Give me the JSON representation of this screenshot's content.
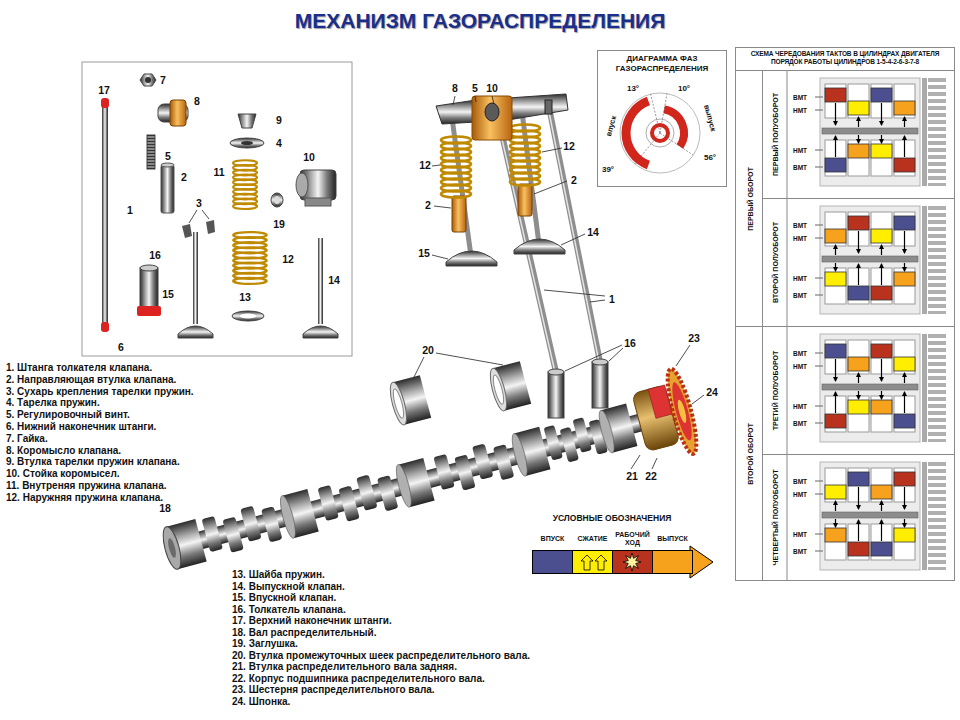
{
  "diagram": {
    "title": "МЕХАНИЗМ ГАЗОРАСПРЕДЕЛЕНИЯ",
    "nodes": [
      {
        "text": [
          "ДИАГРАММА ФАЗ ГАЗОРАСПРЕДЕЛЕНИЯ"
        ]
      },
      {
        "text": [
          "СХЕМА ЧЕРЕДОВАНИЯ ТАКТОВ В ЦИЛИНДРАХ ДВИГАТЕЛЯ",
          "ПОРЯДОК РАБОТЫ ЦИЛИНДРОВ 1-5-4-2-6-3-7-8"
        ]
      },
      {
        "text": [
          "ПЕРВЫЙ ОБОРОТ"
        ],
        "in": 1
      },
      {
        "text": [
          "ПЕРВЫЙ ПОЛУОБОРОТ",
          "ВМТ",
          "НМТ",
          "НМТ",
          "ВМТ"
        ],
        "in": 1
      },
      {
        "text": [
          "ВТОРОЙ ПОЛУОБОРОТ",
          "ВМТ",
          "НМТ",
          "НМТ",
          "ВМТ"
        ],
        "in": 1
      },
      {
        "text": [
          "ВТОРОЙ ОБОРОТ"
        ],
        "in": 1
      },
      {
        "text": [
          "ТРЕТИЙ ПОЛУОБОРОТ",
          "ВМТ",
          "НМТ",
          "НМТ",
          "ВМТ"
        ],
        "in": 1
      },
      {
        "text": [
          "ЧЕТВЕРТЫЙ ПОЛУОБОРОТ",
          "ВМТ",
          "НМТ",
          "НМТ",
          "ВМТ"
        ],
        "in": 1
      }
    ],
    "labels": [
      "1. Штанга толкателя клапана.",
      "2. Направляющая втулка клапана.",
      "3. Сухарь крепления тарелки пружин.",
      "4. Тарелка пружин.",
      "5. Регулировочный винт.",
      "6. Нижний наконечник штанги.",
      "7. Гайка.",
      "8. Коромысло клапана.",
      "9. Втулка тарелки пружин клапана.",
      "10. Стойка коромысел.",
      "11. Внутреняя пружина клапана.",
      "12. Наружняя пружина клапана.",
      "13. Шайба пружин.",
      "14. Выпускной клапан.",
      "15. Впускной клапан.",
      "16. Толкатель клапана.",
      "17. Верхний наконечник штанги.",
      "18. Вал распределительный.",
      "19. Заглушка.",
      "20. Втулка промежуточных шеек распределительного вала.",
      "21. Втулка распределительного вала задняя.",
      "22. Корпус подшипника распределительного вала.",
      "23. Шестерня распределительного вала.",
      "24. Шпонка.",
      "7",
      "17",
      "8",
      "9",
      "4",
      "5",
      "2",
      "10",
      "11",
      "19",
      "3",
      "16",
      "12",
      "1",
      "15",
      "13",
      "14",
      "6",
      "8",
      "5",
      "10",
      "12",
      "12",
      "2",
      "2",
      "14",
      "15",
      "1",
      "23",
      "16",
      "20",
      "24",
      "21",
      "22",
      "18",
      "13°",
      "10°",
      "впуск",
      "выпуск",
      "56°",
      "39°",
      "УСЛОВНЫЕ ОБОЗНАЧЕНИЯ"
    ],
    "legend": [
      {
        "text": "ВПУСК",
        "color": "#4b4f8f"
      },
      {
        "text": "СЖАТИЕ",
        "color": "#ffee00"
      },
      {
        "text": "РАБОЧИЙ ХОД",
        "color": "#b8321e"
      },
      {
        "text": "ВЫПУСК",
        "color": "#f6a21d"
      }
    ]
  }
}
